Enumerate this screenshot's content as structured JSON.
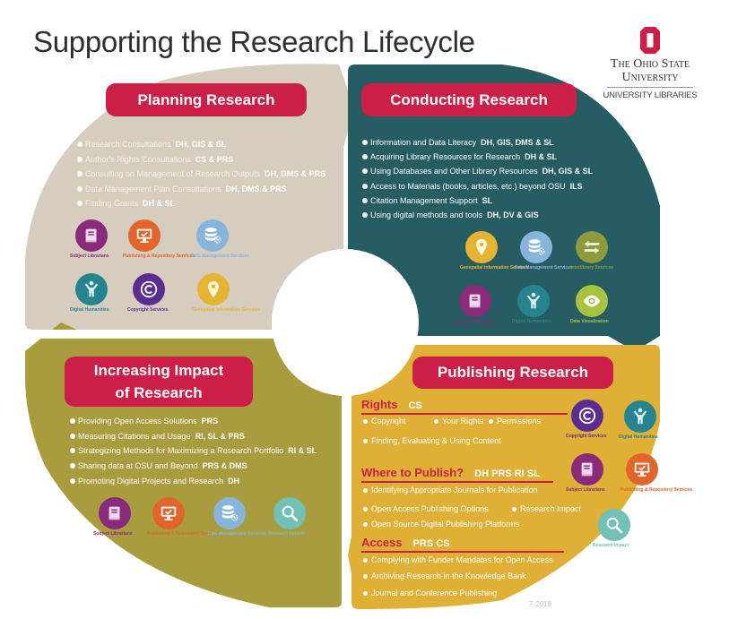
{
  "title": "Supporting the Research Lifecycle",
  "logo": {
    "line1": "The Ohio State",
    "line2": "University",
    "line3": "UNIVERSITY LIBRARIES",
    "brand_color": "#cc1f47"
  },
  "colors": {
    "planning": "#d6cdbf",
    "conducting": "#255d63",
    "impact": "#a99c3e",
    "publishing": "#dfb035",
    "pill": "#cc1f47"
  },
  "quadrants": {
    "planning": {
      "title": "Planning Research",
      "items": [
        {
          "text": "Research Consultations",
          "tag": "DH, GIS & SL"
        },
        {
          "text": "Author's Rights Consultations",
          "tag": "CS & PRS"
        },
        {
          "text": "Consulting on Management of Research Outputs",
          "tag": "DH, DMS & PRS"
        },
        {
          "text": "Data Management Plan Consultations",
          "tag": "DH, DMS & PRS"
        },
        {
          "text": "Finding Grants",
          "tag": "DH & SL"
        }
      ],
      "icons": [
        {
          "name": "Subject Librarians",
          "icon": "book-icon",
          "color": "#8a2a7a"
        },
        {
          "name": "Publishing & Repository Services",
          "icon": "monitor-check-icon",
          "color": "#e2662b"
        },
        {
          "name": "Data Management Services",
          "icon": "database-gear-icon",
          "color": "#86b4da"
        },
        {
          "name": "Digital Humanities",
          "icon": "person-icon",
          "color": "#26848f"
        },
        {
          "name": "Copyright Services",
          "icon": "copyright-icon",
          "color": "#5b2d8e"
        },
        {
          "name": "Geospatial Information Services",
          "icon": "map-pin-icon",
          "color": "#e5b432"
        }
      ]
    },
    "conducting": {
      "title": "Conducting Research",
      "items": [
        {
          "text": "Information and Data Literacy",
          "tag": "DH, GIS, DMS & SL"
        },
        {
          "text": "Acquiring Library Resources for Research",
          "tag": "DH & SL"
        },
        {
          "text": "Using Databases and Other Library Resources",
          "tag": "DH, GIS & SL"
        },
        {
          "text": "Access to Materials (books, articles, etc.) beyond OSU",
          "tag": "ILS"
        },
        {
          "text": "Citation Management Support",
          "tag": "SL"
        },
        {
          "text": "Using digital methods and tools",
          "tag": "DH, DV & GIS"
        }
      ],
      "icons": [
        {
          "name": "Geospatial Information Services",
          "icon": "map-pin-icon",
          "color": "#e5b432"
        },
        {
          "name": "Data Management Services",
          "icon": "database-gear-icon",
          "color": "#86b4da"
        },
        {
          "name": "Interlibrary Services",
          "icon": "swap-arrows-icon",
          "color": "#8e9a3c"
        },
        {
          "name": "Subject Librarians",
          "icon": "book-icon",
          "color": "#8a2a7a"
        },
        {
          "name": "Digital Humanities",
          "icon": "person-icon",
          "color": "#26848f"
        },
        {
          "name": "Data Visualization",
          "icon": "eye-icon",
          "color": "#a9c23f"
        }
      ]
    },
    "impact": {
      "title_line1": "Increasing Impact",
      "title_line2": "of Research",
      "items": [
        {
          "text": "Providing Open Access Solutions",
          "tag": "PRS"
        },
        {
          "text": "Measuring Citations and Usage",
          "tag": "RI, SL & PRS"
        },
        {
          "text": "Strategizing Methods for Maximizing a Research Portfolio",
          "tag": "RI & SL"
        },
        {
          "text": "Sharing data at OSU and Beyond",
          "tag": "PRS & DMS"
        },
        {
          "text": "Promoting Digital Projects and Research",
          "tag": "DH"
        }
      ],
      "icons": [
        {
          "name": "Subject Librarians",
          "icon": "book-icon",
          "color": "#8a2a7a"
        },
        {
          "name": "Publishing & Repository Services",
          "icon": "monitor-check-icon",
          "color": "#e2662b"
        },
        {
          "name": "Data Management Services",
          "icon": "database-gear-icon",
          "color": "#86b4da"
        },
        {
          "name": "Research Impact",
          "icon": "magnifier-icon",
          "color": "#72c0b6"
        }
      ]
    },
    "publishing": {
      "title": "Publishing Research",
      "sections": [
        {
          "heading": "Rights",
          "tag": "CS",
          "rows": [
            [
              "Copyright",
              "Your Rights",
              "Permissions"
            ],
            [
              "Finding,  Evaluating & Using Content"
            ]
          ]
        },
        {
          "heading": "Where to Publish?",
          "tag": "DH PRS RI SL",
          "rows": [
            [
              "Identifying Appropriate  Journals  for Publication"
            ],
            [
              "Open Access Publishing Options",
              "Research Impact"
            ],
            [
              "Open Source Digital Publishing Platforms"
            ]
          ]
        },
        {
          "heading": "Access",
          "tag": "PRS   CS",
          "rows": [
            [
              "Complying with Funder Mandates for Open  Access"
            ],
            [
              "Archiving Research in  the Knowledge Bank"
            ],
            [
              "Journal and Conference  Publishing"
            ]
          ]
        }
      ],
      "icons": [
        {
          "name": "Copyright Services",
          "icon": "copyright-icon",
          "color": "#5b2d8e"
        },
        {
          "name": "Digital Humanities",
          "icon": "person-icon",
          "color": "#26848f"
        },
        {
          "name": "Subject Librarians",
          "icon": "book-icon",
          "color": "#8a2a7a"
        },
        {
          "name": "Publishing & Repository Services",
          "icon": "monitor-check-icon",
          "color": "#e2662b"
        },
        {
          "name": "Research Impact",
          "icon": "magnifier-icon",
          "color": "#72c0b6"
        }
      ]
    }
  },
  "date": "7-2018"
}
